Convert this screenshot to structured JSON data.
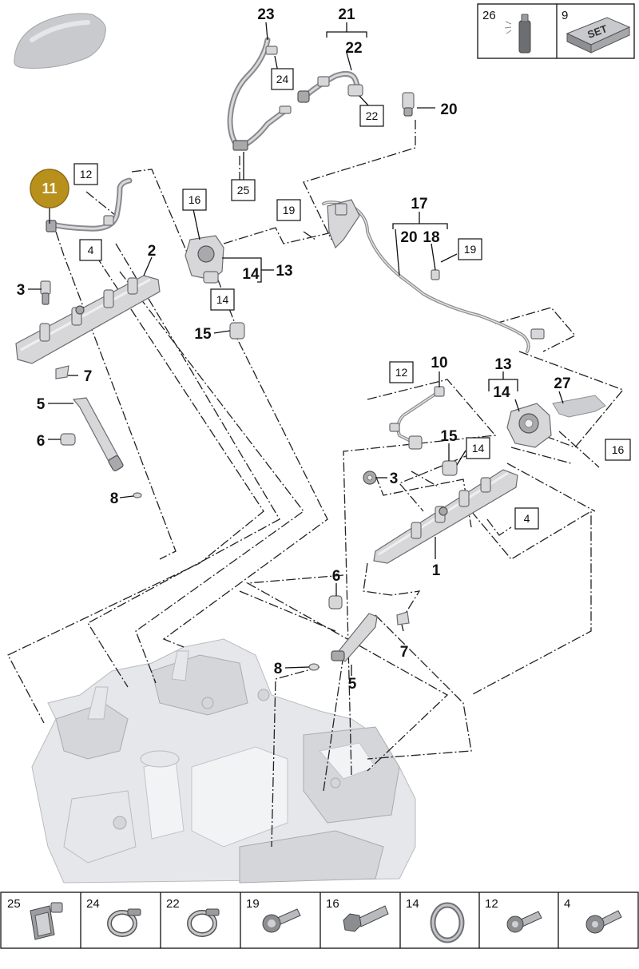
{
  "badge": {
    "label": "11",
    "color": "#b8901c"
  },
  "callouts": {
    "c23": "23",
    "c21": "21",
    "c22": "22",
    "c20_top": "20",
    "c2": "2",
    "c3_left": "3",
    "c7_left": "7",
    "c5_left": "5",
    "c6_left": "6",
    "c8_left": "8",
    "c13_top": "13",
    "c14_top": "14",
    "c15_top": "15",
    "c17": "17",
    "c20_mid": "20",
    "c18": "18",
    "c10": "10",
    "c13_right": "13",
    "c14_right": "14",
    "c27": "27",
    "c15_right": "15",
    "c3_right": "3",
    "c1": "1",
    "c6_right": "6",
    "c7_right": "7",
    "c8_right": "8",
    "c5_right": "5"
  },
  "boxed": {
    "b24": "24",
    "b22": "22",
    "b25": "25",
    "b12_top": "12",
    "b16_top": "16",
    "b19_top": "19",
    "b4_left": "4",
    "b14_mid": "14",
    "b19_right": "19",
    "b12_right": "12",
    "b14_right": "14",
    "b16_right": "16",
    "b4_right": "4"
  },
  "top_right_box": {
    "cell1_number": "26",
    "cell2_number": "9",
    "set_label": "SET"
  },
  "legend": [
    {
      "number": "25",
      "icon": "hose-clip-icon"
    },
    {
      "number": "24",
      "icon": "spring-clamp-icon"
    },
    {
      "number": "22",
      "icon": "spring-clamp-icon"
    },
    {
      "number": "19",
      "icon": "bolt-icon"
    },
    {
      "number": "16",
      "icon": "hex-bolt-icon"
    },
    {
      "number": "14",
      "icon": "o-ring-icon"
    },
    {
      "number": "12",
      "icon": "bolt-icon"
    },
    {
      "number": "4",
      "icon": "bolt-icon"
    }
  ]
}
